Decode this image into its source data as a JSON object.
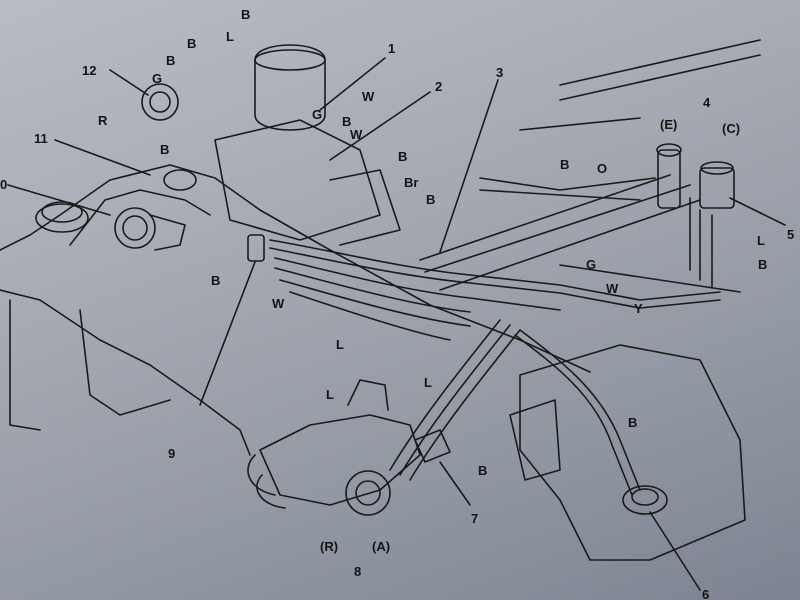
{
  "labels": {
    "n0": "0",
    "n2": "2",
    "n3": "3",
    "n4": "4",
    "n5": "5",
    "n6": "6",
    "n7": "7",
    "n8": "8",
    "n9": "9",
    "n1": "1",
    "n11": "11",
    "n12": "12",
    "E": "(E)",
    "C": "(C)",
    "R": "(R)",
    "A": "(A)",
    "hoseB": "B",
    "hoseL": "L",
    "hoseW": "W",
    "hoseG": "G",
    "hoseR": "R",
    "hoseO": "O",
    "hoseY": "Y",
    "hoseBr": "Br"
  },
  "colors": {
    "paper": "#b2b6be",
    "ink": "#1a1a1a"
  }
}
